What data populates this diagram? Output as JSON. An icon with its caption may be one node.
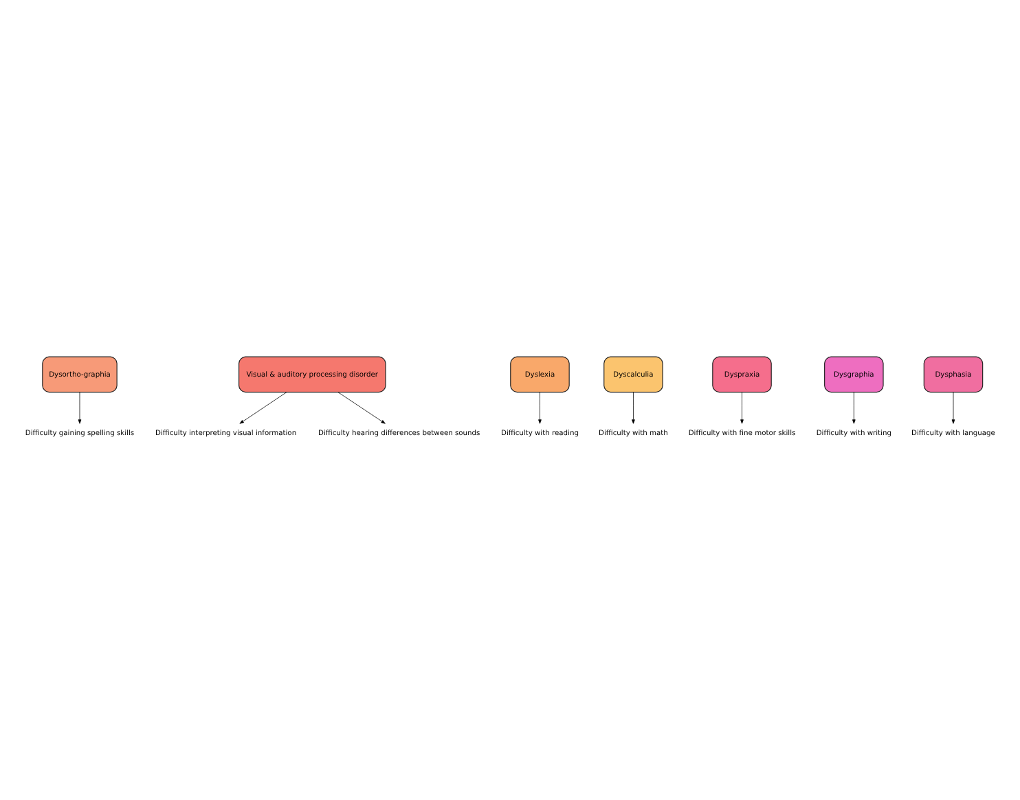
{
  "diagram": {
    "nodes": [
      {
        "text": [
          "Difficulty gaining spelling skills"
        ]
      },
      {
        "text": [
          "Difficulty interpreting visual information"
        ]
      },
      {
        "text": [
          "Difficulty with reading"
        ]
      },
      {
        "text": [
          "Dysortho-graphia"
        ]
      },
      {
        "text": [
          "Difficulty hearing differences between sounds"
        ]
      },
      {
        "text": [
          "Visual & auditory processing disorder"
        ]
      },
      {
        "text": [
          "Dyslexia"
        ]
      },
      {
        "text": [
          "Dyscalculia"
        ]
      },
      {
        "text": [
          "Dyspraxia"
        ]
      },
      {
        "text": [
          "Difficulty with math"
        ]
      },
      {
        "text": [
          "Difficulty with fine motor skills"
        ]
      },
      {
        "text": [
          "Dysgraphia"
        ]
      },
      {
        "text": [
          "Dysphasia"
        ]
      },
      {
        "text": [
          "Difficulty with writing"
        ]
      },
      {
        "text": [
          "Difficulty with language"
        ]
      }
    ],
    "edges": [
      {
        "from": 6,
        "to": 2,
        "arrow": "to"
      },
      {
        "from": 3,
        "to": 0,
        "arrow": "to"
      },
      {
        "from": 5,
        "to": 1,
        "arrow": "to"
      },
      {
        "from": 5,
        "to": 4,
        "arrow": "to"
      },
      {
        "from": 8,
        "to": 10,
        "arrow": "to"
      },
      {
        "from": 12,
        "to": 14,
        "arrow": "to"
      },
      {
        "from": 11,
        "to": 13,
        "arrow": "to"
      },
      {
        "from": 7,
        "to": 9,
        "arrow": "to"
      }
    ]
  }
}
